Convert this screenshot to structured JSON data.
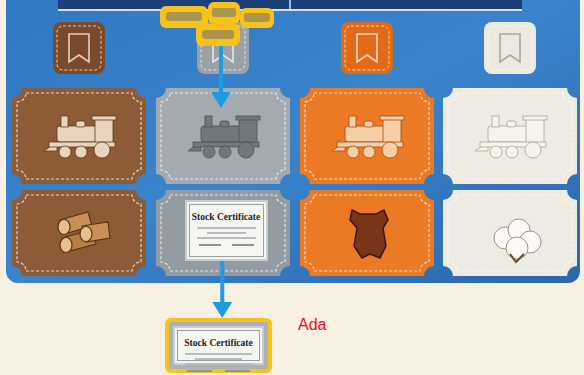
{
  "diagram": {
    "nodes": [
      {
        "text": [
          "Stock Certificate"
        ]
      },
      {
        "text": [
          "Stock Certificate"
        ]
      }
    ],
    "edges": [
      {
        "from": 0,
        "to": 1,
        "arrow": "to"
      }
    ],
    "labels": [
      "Ada"
    ]
  }
}
